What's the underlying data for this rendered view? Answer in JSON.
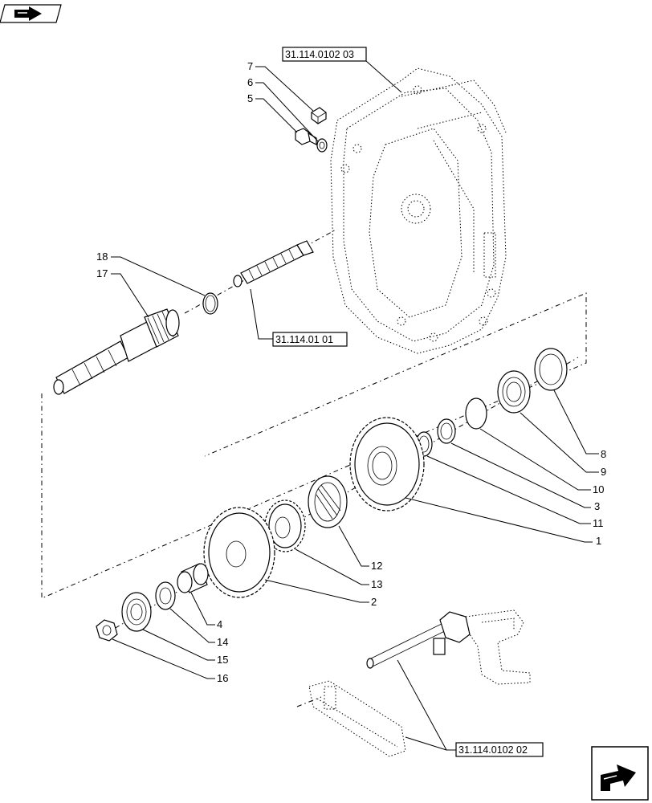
{
  "references": {
    "housing": "31.114.0102 03",
    "shaft": "31.114.01 01",
    "fork": "31.114.0102 02"
  },
  "callouts": [
    {
      "id": "c1",
      "label": "1"
    },
    {
      "id": "c2",
      "label": "2"
    },
    {
      "id": "c3",
      "label": "3"
    },
    {
      "id": "c4",
      "label": "4"
    },
    {
      "id": "c5",
      "label": "5"
    },
    {
      "id": "c6",
      "label": "6"
    },
    {
      "id": "c7",
      "label": "7"
    },
    {
      "id": "c8",
      "label": "8"
    },
    {
      "id": "c9",
      "label": "9"
    },
    {
      "id": "c10",
      "label": "10"
    },
    {
      "id": "c11",
      "label": "11"
    },
    {
      "id": "c12",
      "label": "12"
    },
    {
      "id": "c13",
      "label": "13"
    },
    {
      "id": "c14",
      "label": "14"
    },
    {
      "id": "c15",
      "label": "15"
    },
    {
      "id": "c16",
      "label": "16"
    },
    {
      "id": "c17",
      "label": "17"
    },
    {
      "id": "c18",
      "label": "18"
    }
  ],
  "icons": {
    "top_left": "back-arrow-icon",
    "bottom_right": "forward-arrow-icon"
  }
}
